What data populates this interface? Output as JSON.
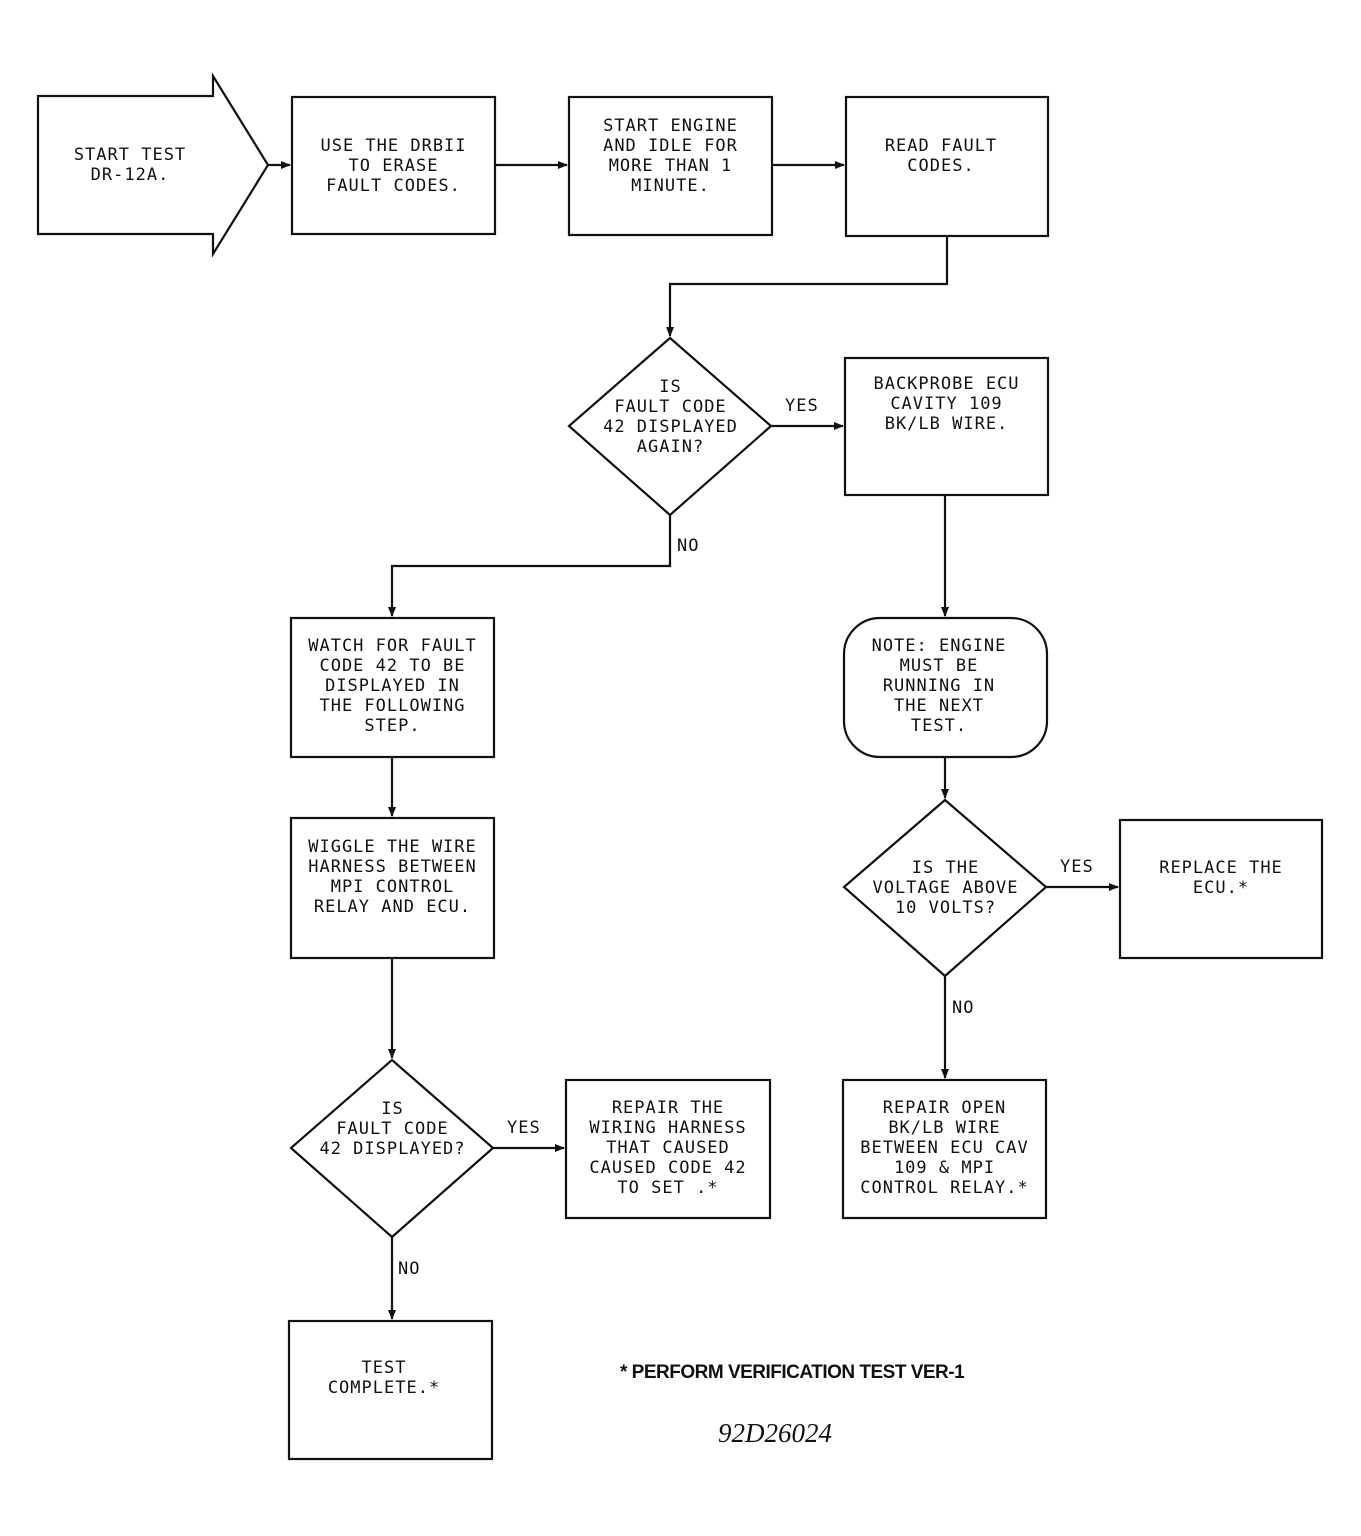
{
  "nodes": {
    "start": "START TEST\nDR-12A.",
    "erase_codes": "USE THE DRBII\nTO ERASE\nFAULT CODES.",
    "start_engine": "START ENGINE\nAND IDLE FOR\nMORE THAN 1\nMINUTE.",
    "read_codes": "READ FAULT\nCODES.",
    "decision_code42_again": "IS\nFAULT CODE\n42 DISPLAYED\nAGAIN?",
    "backprobe": "BACKPROBE ECU\nCAVITY 109\nBK/LB WIRE.",
    "watch_code42": "WATCH FOR FAULT\nCODE 42 TO BE\nDISPLAYED IN\nTHE FOLLOWING\nSTEP.",
    "note_engine": "NOTE: ENGINE\nMUST BE\nRUNNING IN\nTHE NEXT\nTEST.",
    "wiggle": "WIGGLE THE WIRE\nHARNESS BETWEEN\nMPI CONTROL\nRELAY AND ECU.",
    "decision_voltage": "IS THE\nVOLTAGE ABOVE\n10 VOLTS?",
    "replace_ecu": "REPLACE THE\nECU.*",
    "decision_code42": "IS\nFAULT CODE\n42 DISPLAYED?",
    "repair_harness": "REPAIR THE\nWIRING HARNESS\nTHAT CAUSED\nCAUSED CODE 42\nTO SET .*",
    "repair_open": "REPAIR OPEN\nBK/LB WIRE\nBETWEEN ECU CAV\n109 & MPI\nCONTROL RELAY.*",
    "test_complete": "TEST\nCOMPLETE.*"
  },
  "edge_labels": {
    "yes_code42_again": "YES",
    "no_code42_again": "NO",
    "yes_voltage": "YES",
    "no_voltage": "NO",
    "yes_code42": "YES",
    "no_code42": "NO"
  },
  "footnote": "* PERFORM VERIFICATION TEST VER-1",
  "figure_id": "92D26024"
}
